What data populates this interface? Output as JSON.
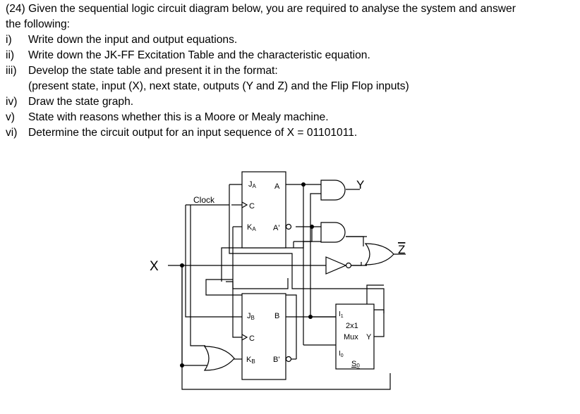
{
  "question": {
    "intro_line1": "(24) Given the sequential logic circuit diagram below, you are required to analyse the system and answer",
    "intro_line2": "the following:",
    "items": [
      {
        "num": "i)",
        "text": "Write down the input and output equations."
      },
      {
        "num": "ii)",
        "text": "Write down the JK-FF Excitation Table and the characteristic equation."
      },
      {
        "num": "iii)",
        "text": "Develop the state table and present it in the format:"
      },
      {
        "num": "",
        "text": "(present state, input (X), next state, outputs (Y and Z) and the Flip Flop inputs)"
      },
      {
        "num": "iv)",
        "text": "Draw the state graph."
      },
      {
        "num": "v)",
        "text": "State with reasons whether this is a Moore or Mealy machine."
      },
      {
        "num": "vi)",
        "text": "Determine the circuit output for an input sequence of X = 01101011."
      }
    ]
  },
  "circuit": {
    "input_x": "X",
    "clock": "Clock",
    "ffa": {
      "j": "J",
      "j_sub": "A",
      "c": "C",
      "k": "K",
      "k_sub": "A",
      "q": "A",
      "qn": "A'"
    },
    "ffb": {
      "j": "J",
      "j_sub": "B",
      "c": "C",
      "k": "K",
      "k_sub": "B",
      "q": "B",
      "qn": "B'"
    },
    "mux": {
      "name_1": "2x1",
      "name_2": "Mux",
      "out": "Y",
      "i1": "I",
      "i1_sub": "1",
      "i0": "I",
      "i0_sub": "0",
      "sel": "S",
      "sel_sub": "0"
    },
    "output_y": "Y",
    "output_z": "Z"
  }
}
